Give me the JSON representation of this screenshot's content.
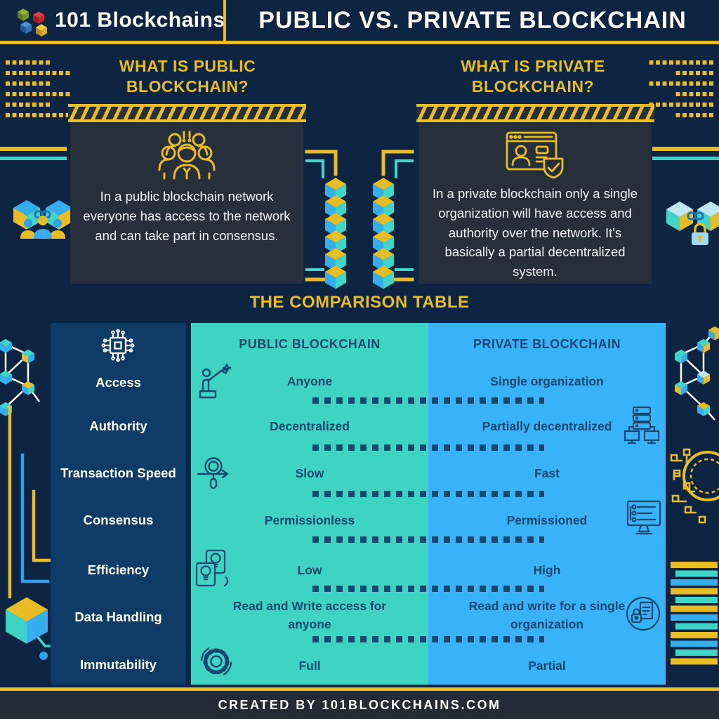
{
  "header": {
    "brand": "101 Blockchains",
    "title": "PUBLIC VS. PRIVATE BLOCKCHAIN"
  },
  "public_section": {
    "heading": "WHAT IS PUBLIC BLOCKCHAIN?",
    "description": "In a public blockchain network everyone has access to the network and can take part in consensus."
  },
  "private_section": {
    "heading": "WHAT IS PRIVATE BLOCKCHAIN?",
    "description": "In a private blockchain only a single organization will have access and authority over the network. It's basically a partial decentralized system."
  },
  "comparison": {
    "heading": "THE COMPARISON TABLE",
    "public_column_header": "PUBLIC BLOCKCHAIN",
    "private_column_header": "PRIVATE BLOCKCHAIN",
    "rows": [
      {
        "label": "Access",
        "public": "Anyone",
        "private": "Single organization"
      },
      {
        "label": "Authority",
        "public": "Decentralized",
        "private": "Partially decentralized"
      },
      {
        "label": "Transaction Speed",
        "public": "Slow",
        "private": "Fast"
      },
      {
        "label": "Consensus",
        "public": "Permissionless",
        "private": "Permissioned"
      },
      {
        "label": "Efficiency",
        "public": "Low",
        "private": "High"
      },
      {
        "label": "Data Handling",
        "public": "Read and Write access for anyone",
        "private": "Read and write for a single organization"
      },
      {
        "label": "Immutability",
        "public": "Full",
        "private": "Partial"
      }
    ]
  },
  "footer": {
    "credit": "CREATED BY 101BLOCKCHAINS.COM"
  },
  "icons": {
    "logo": "cubes-logo-icon",
    "public_box": "crowd-icon",
    "private_box": "browser-user-shield-icon",
    "sidebar_top": "chip-icon",
    "access": "person-flag-icon",
    "authority": "networked-computers-icon",
    "transaction_speed": "magnifier-arrow-icon",
    "consensus": "monitor-list-icon",
    "efficiency": "lightbulb-cards-icon",
    "data_handling": "document-lock-icon",
    "immutability": "gear-sync-icon"
  },
  "colors": {
    "background": "#0d2443",
    "panel": "#272f3a",
    "yellow": "#e7bd23",
    "table_public_teal": "#3ed4c3",
    "table_private_blue": "#38b3fa",
    "table_text_navy": "#16486f",
    "sidebar_navy": "#0e3c67",
    "footer_bar": "#232b36",
    "accent_teal": "#3fd6c9",
    "accent_blue": "#35aef0",
    "text_white": "#ffffff"
  }
}
